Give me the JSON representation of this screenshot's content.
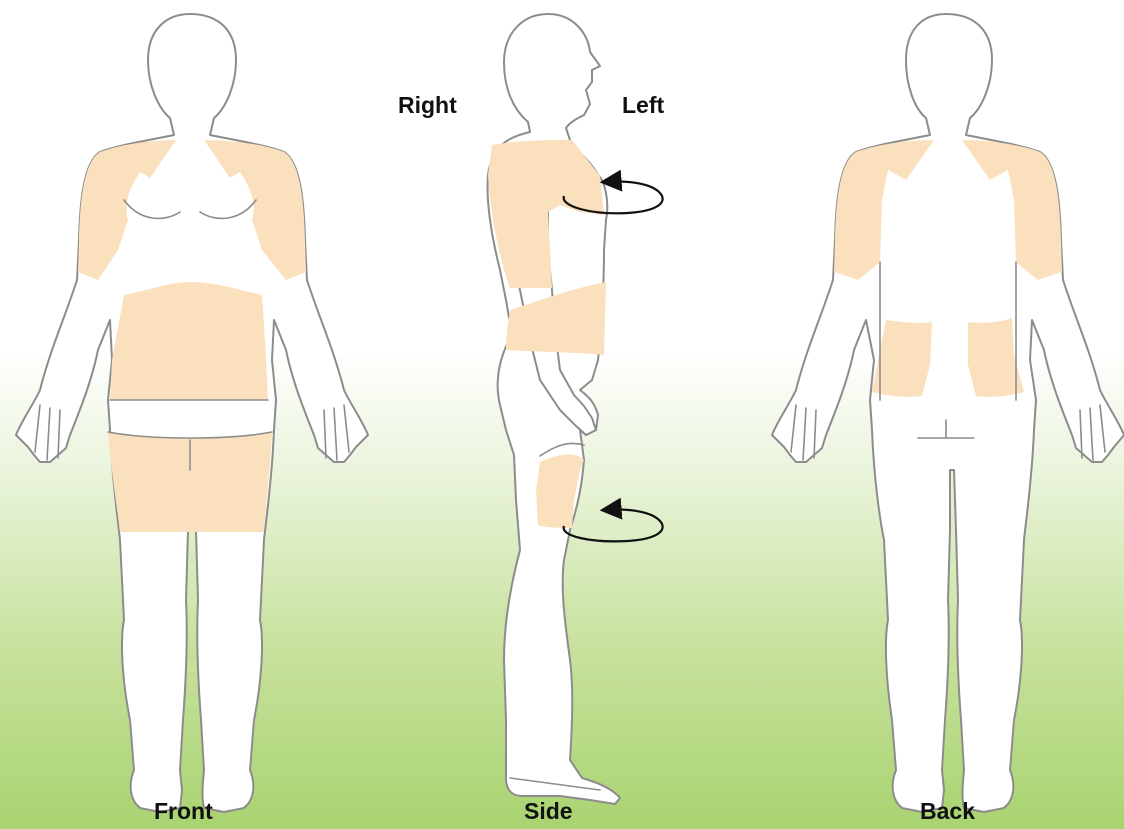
{
  "views": {
    "front": "Front",
    "side": "Side",
    "back": "Back"
  },
  "orientation": {
    "right": "Right",
    "left": "Left"
  },
  "colors": {
    "highlight": "#fbe0bd",
    "outline": "#8c8c8c",
    "arrow": "#111111",
    "gradient_bottom": "#a9d370"
  },
  "icons": [
    "rotation-arrow-icon"
  ]
}
